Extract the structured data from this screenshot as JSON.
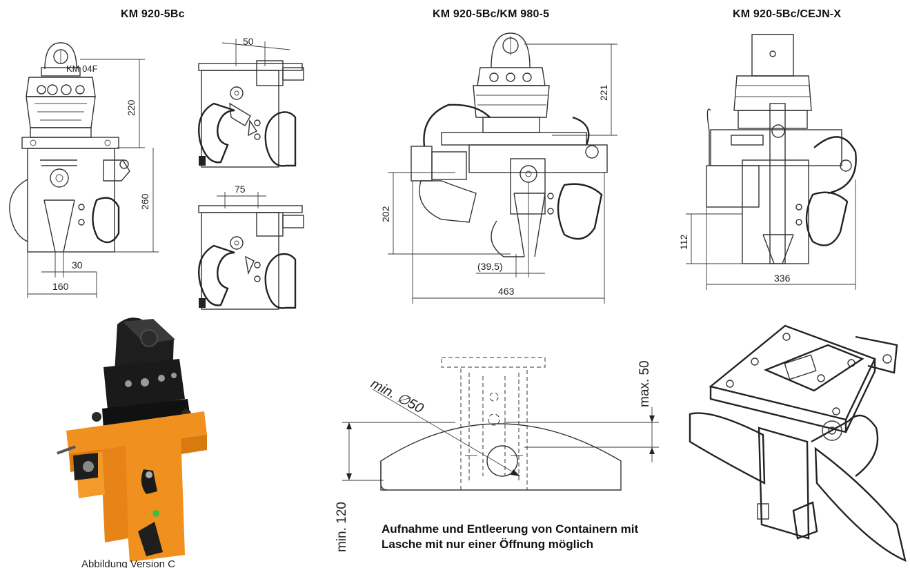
{
  "titles": {
    "left": "KM 920-5Bc",
    "center": "KM 920-5Bc/KM 980-5",
    "right": "KM 920-5Bc/CEJN-X"
  },
  "rotator_label": "KM 04F",
  "dimensions": {
    "d50": "50",
    "d220": "220",
    "d260": "260",
    "d30": "30",
    "d160": "160",
    "d75": "75",
    "d221": "221",
    "d202": "202",
    "d39_5": "(39,5)",
    "d463": "463",
    "d112": "112",
    "d336": "336",
    "min_diameter": "min. ∅50",
    "max50": "max. 50",
    "min120": "min. 120"
  },
  "photo_caption": "Abbildung Version C",
  "note_lines": [
    "Aufnahme und Entleerung von Containern mit",
    "Lasche mit nur einer Öffnung möglich"
  ],
  "colors": {
    "product_orange": "#f0901e",
    "product_black": "#1e1e1e"
  }
}
